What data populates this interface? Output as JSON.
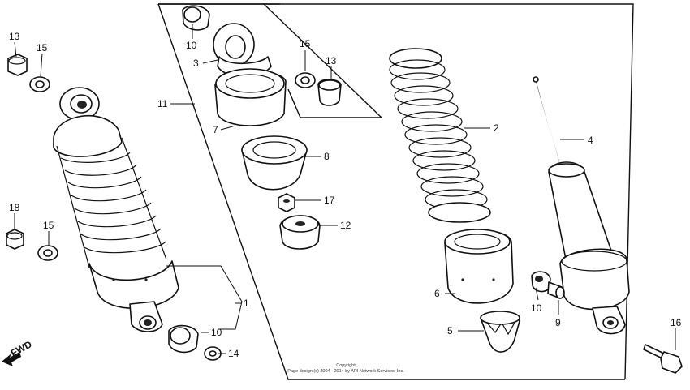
{
  "fwd_label": "FWD",
  "copyright_line1": "Copyright",
  "copyright_line2": "Page design (c) 2004 - 2014 by ARI Network Services, Inc.",
  "callouts": {
    "c13a": "13",
    "c15a": "15",
    "c18": "18",
    "c15b": "15",
    "c1": "1",
    "c10a": "10",
    "c14": "14",
    "c10b": "10",
    "c3": "3",
    "c11": "11",
    "c7": "7",
    "c8": "8",
    "c17": "17",
    "c12": "12",
    "c15c": "15",
    "c13b": "13",
    "c2": "2",
    "c4": "4",
    "c6": "6",
    "c5": "5",
    "c10c": "10",
    "c9": "9",
    "c16": "16"
  }
}
